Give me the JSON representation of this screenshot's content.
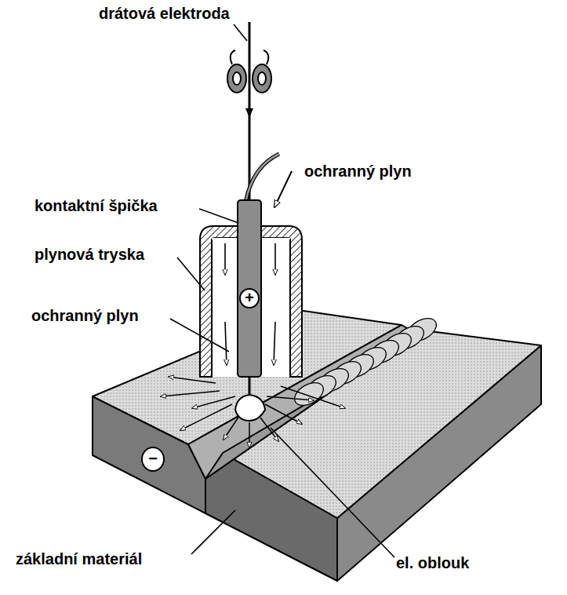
{
  "diagram": {
    "labels": [
      "drátová elektroda",
      "ochranný plyn",
      "kontaktní špička",
      "plynová tryska",
      "ochranný plyn",
      "základní materiál",
      "el. oblouk",
      "+",
      "−"
    ]
  }
}
